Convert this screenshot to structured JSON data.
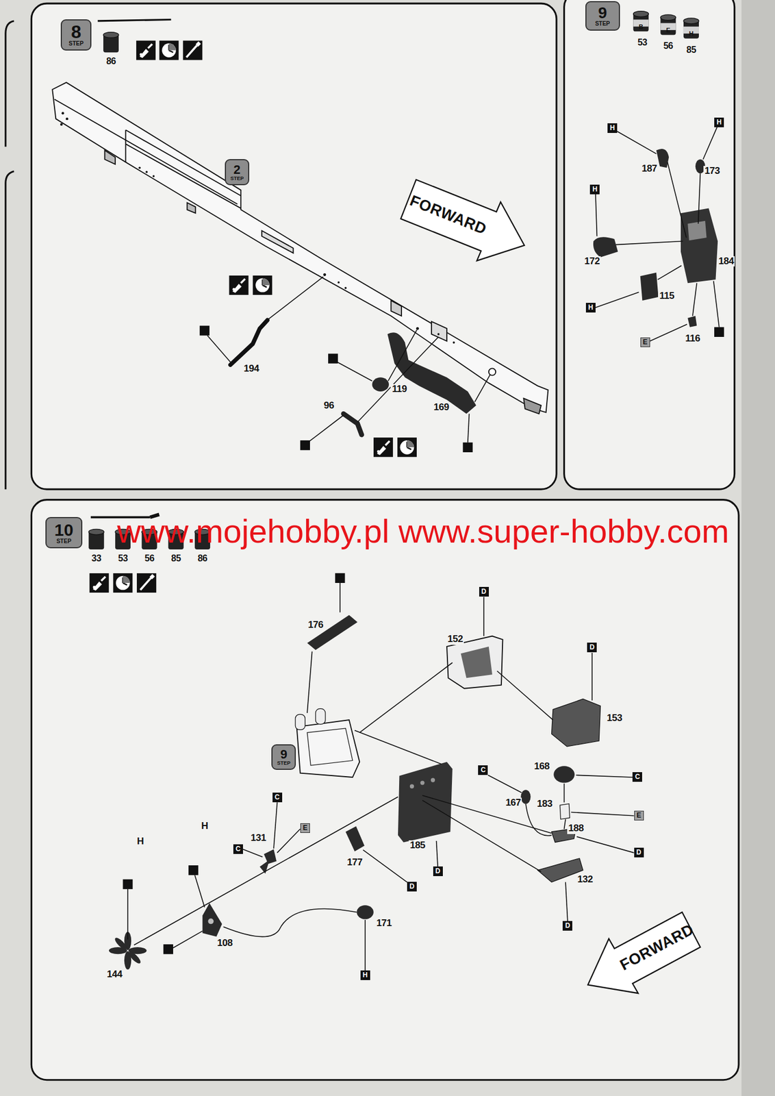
{
  "diagram": {
    "nodes": [
      {
        "text": [
          "8",
          "STEP"
        ]
      },
      {
        "text": [
          "2",
          "STEP"
        ]
      },
      {
        "text": [
          "9",
          "STEP"
        ]
      },
      {
        "text": [
          "10",
          "STEP"
        ]
      },
      {
        "text": [
          "9",
          "STEP"
        ]
      }
    ],
    "labels": [
      "86",
      "FORWARD",
      "194",
      "119",
      "96",
      "169",
      "B",
      "E",
      "H",
      "53",
      "56",
      "85",
      "H",
      "187",
      "H",
      "173",
      "H",
      "172",
      "115",
      "H",
      "184",
      "E",
      "116",
      "33",
      "53",
      "56",
      "85",
      "86",
      "www.mojehobby.pl www.super-hobby.com",
      "176",
      "D",
      "152",
      "D",
      "153",
      "C",
      "168",
      "C",
      "167",
      "183",
      "E",
      "188",
      "D",
      "132",
      "D",
      "185",
      "D",
      "177",
      "D",
      "C",
      "131",
      "E",
      "C",
      "H",
      "H",
      "144",
      "108",
      "171",
      "H",
      "FORWARD"
    ]
  }
}
